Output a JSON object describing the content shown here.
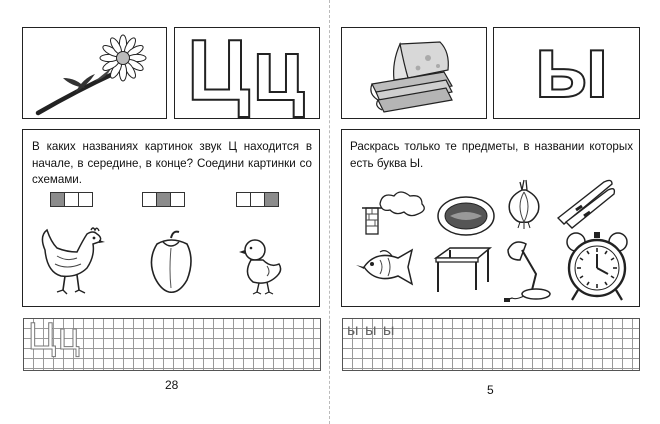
{
  "left_page": {
    "hollow_letters": "Цц",
    "task_text": "В каких названиях картинок звук Ц находится в начале, в середине, в конце? Соедини картинки со схемами.",
    "schemes": [
      [
        true,
        false,
        false
      ],
      [
        false,
        true,
        false
      ],
      [
        false,
        false,
        true
      ]
    ],
    "practice_letters": "Цц",
    "page_number": "28"
  },
  "right_page": {
    "letter": "ы",
    "task_text": "Раскрась только те предметы, в названии которых есть буква Ы.",
    "practice_letters": "ы ы ы",
    "page_number": "5"
  },
  "colors": {
    "ink": "#222222",
    "scheme_fill": "#8c8c8c",
    "grid": "#9a9a9a"
  }
}
